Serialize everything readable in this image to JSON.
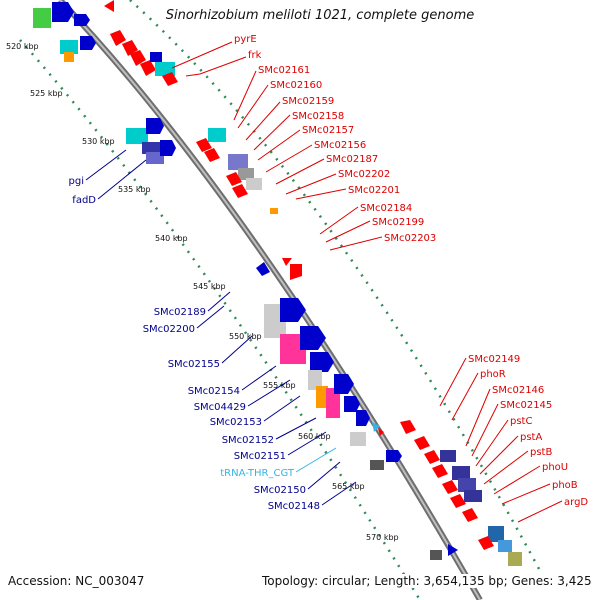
{
  "title": "Sinorhizobium meliloti 1021, complete genome",
  "footer": {
    "accession": "Accession: NC_003047",
    "info": "Topology: circular; Length: 3,654,135 bp; Genes: 3,425"
  },
  "kbp_ticks": [
    "520 kbp",
    "525 kbp",
    "530 kbp",
    "535 kbp",
    "540 kbp",
    "545 kbp",
    "550 kbp",
    "555 kbp",
    "560 kbp",
    "565 kbp",
    "570 kbp"
  ],
  "labels_right": [
    "pyrE",
    "frk",
    "SMc02161",
    "SMc02160",
    "SMc02159",
    "SMc02158",
    "SMc02157",
    "SMc02156",
    "SMc02187",
    "SMc02202",
    "SMc02201",
    "SMc02184",
    "SMc02199",
    "SMc02203",
    "SMc02149",
    "phoR",
    "SMc02146",
    "SMc02145",
    "pstC",
    "pstA",
    "pstB",
    "phoU",
    "phoB",
    "argD"
  ],
  "labels_left": [
    "pgi",
    "fadD",
    "SMc02189",
    "SMc02200",
    "SMc02155",
    "SMc02154",
    "SMc04429",
    "SMc02153",
    "SMc02152",
    "SMc02151",
    "tRNA-THR_CGT",
    "SMc02150",
    "SMc02148"
  ],
  "colors": {
    "right_label": "#dd0000",
    "left_label": "#00008b",
    "trna_label": "#33b5e5",
    "backbone": "#8a8a8a",
    "tick": "#2e8b57"
  }
}
